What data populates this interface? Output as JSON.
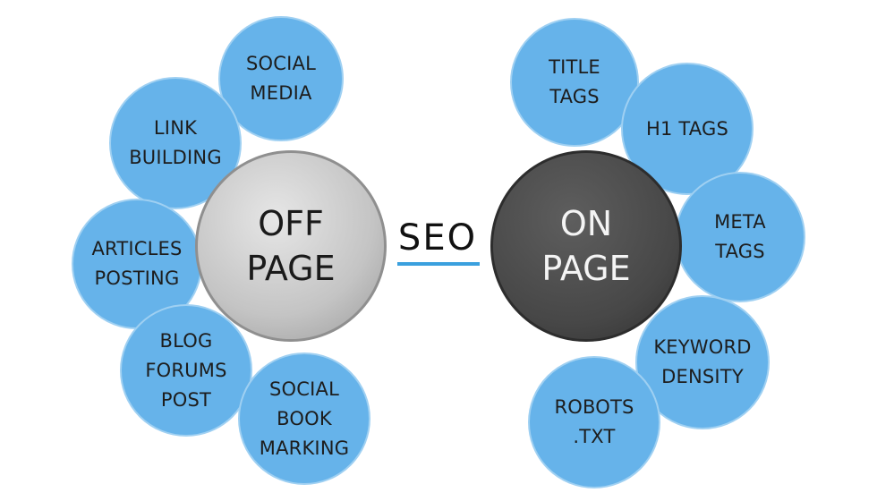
{
  "colors": {
    "petal_fill": "#66b3ea",
    "petal_border": "#9fd0f2",
    "off_page_fill": "#bdbdbd",
    "on_page_fill": "#444444",
    "seo_underline": "#3aa0de"
  },
  "center_label": "SEO",
  "off_page": {
    "label": "OFF\nPAGE",
    "items": [
      {
        "id": "social-media",
        "label": "SOCIAL\nMEDIA"
      },
      {
        "id": "link-building",
        "label": "LINK\nBUILDING"
      },
      {
        "id": "articles-posting",
        "label": "ARTICLES\nPOSTING"
      },
      {
        "id": "blog-forums-post",
        "label": "BLOG\nFORUMS\nPOST"
      },
      {
        "id": "social-book-marking",
        "label": "SOCIAL\nBOOK\nMARKING"
      }
    ]
  },
  "on_page": {
    "label": "ON\nPAGE",
    "items": [
      {
        "id": "title-tags",
        "label": "TITLE\nTAGS"
      },
      {
        "id": "h1-tags",
        "label": "H1 TAGS"
      },
      {
        "id": "meta-tags",
        "label": "META\nTAGS"
      },
      {
        "id": "keyword-density",
        "label": "KEYWORD\nDENSITY"
      },
      {
        "id": "robots-txt",
        "label": "ROBOTS\n.TXT"
      }
    ]
  }
}
